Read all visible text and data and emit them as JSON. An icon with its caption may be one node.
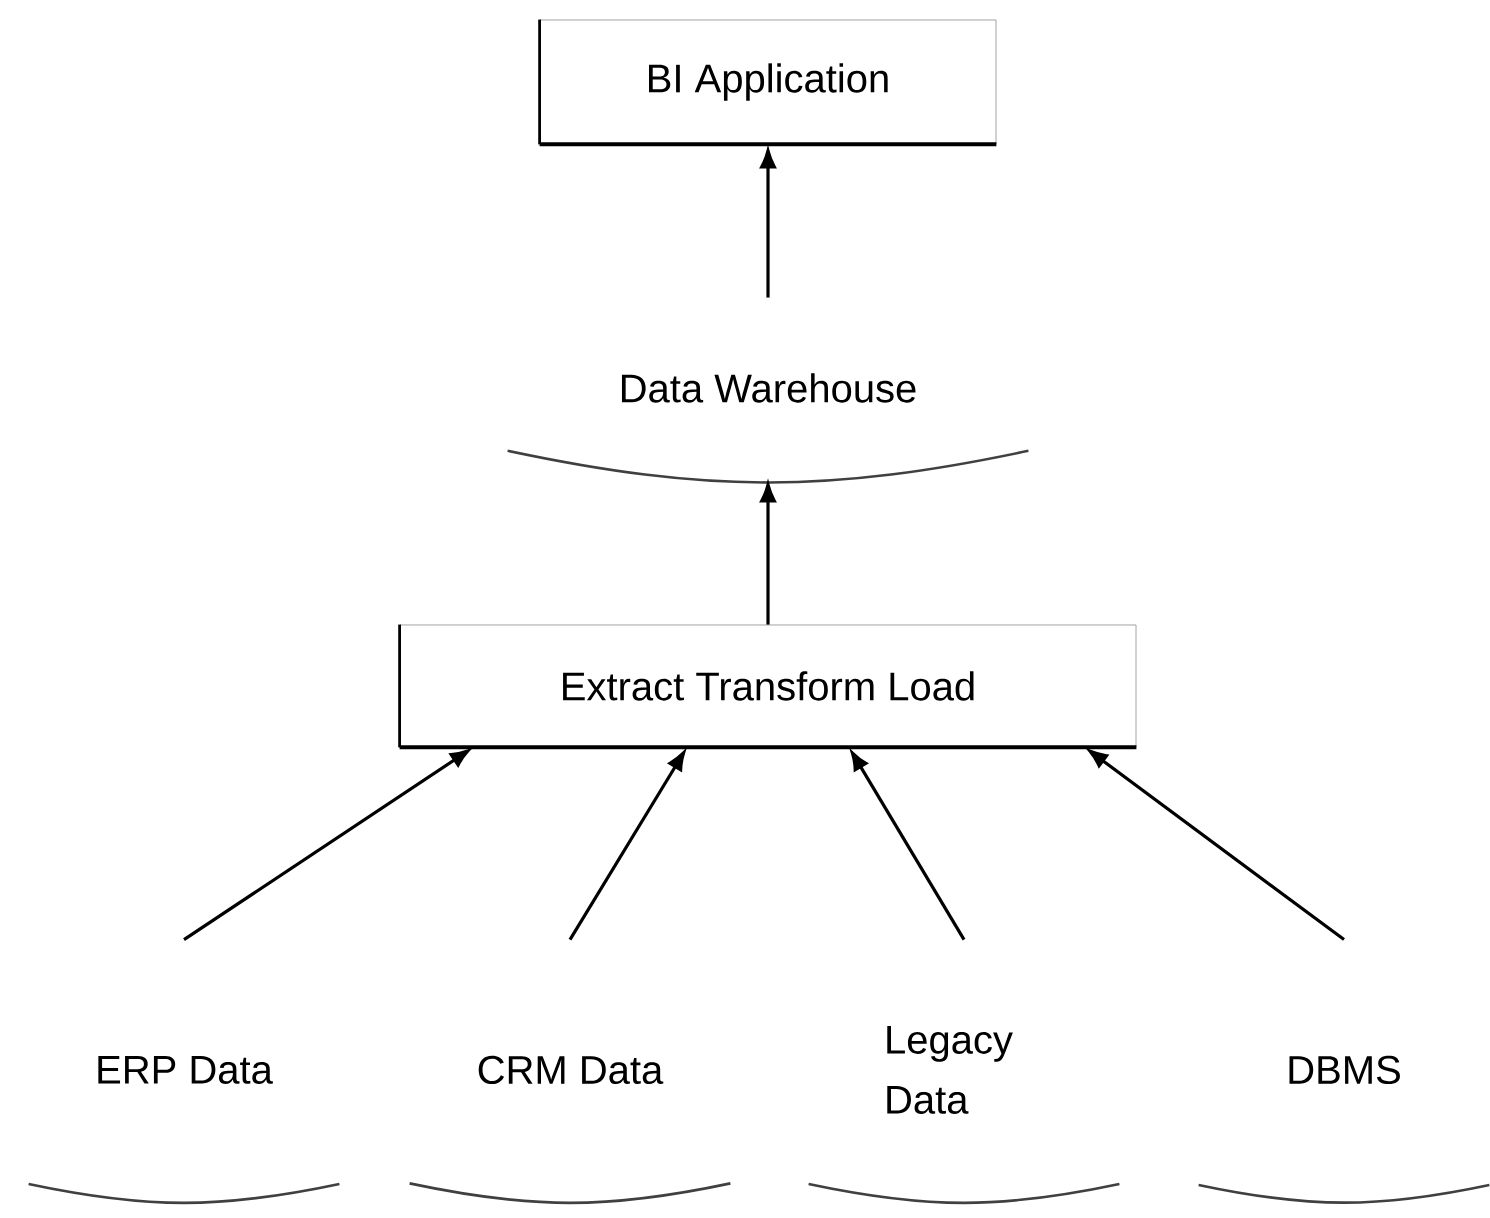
{
  "diagram": {
    "nodes": [
      {
        "text": [
          "BI Application"
        ]
      },
      {
        "text": [
          "Data Warehouse"
        ]
      },
      {
        "text": [
          "Extract Transform Load"
        ]
      },
      {
        "text": [
          "ERP Data"
        ]
      },
      {
        "text": [
          "CRM Data"
        ]
      },
      {
        "text": [
          "Legacy Data"
        ]
      },
      {
        "text": [
          "DBMS"
        ]
      }
    ],
    "edges": [
      {
        "from": 1,
        "to": 0,
        "arrow": "to"
      },
      {
        "from": 2,
        "to": 1,
        "arrow": "to"
      },
      {
        "from": 3,
        "to": 2,
        "arrow": "to"
      },
      {
        "from": 4,
        "to": 2,
        "arrow": "to"
      },
      {
        "from": 5,
        "to": 2,
        "arrow": "to"
      },
      {
        "from": 6,
        "to": 2,
        "arrow": "to"
      }
    ]
  }
}
